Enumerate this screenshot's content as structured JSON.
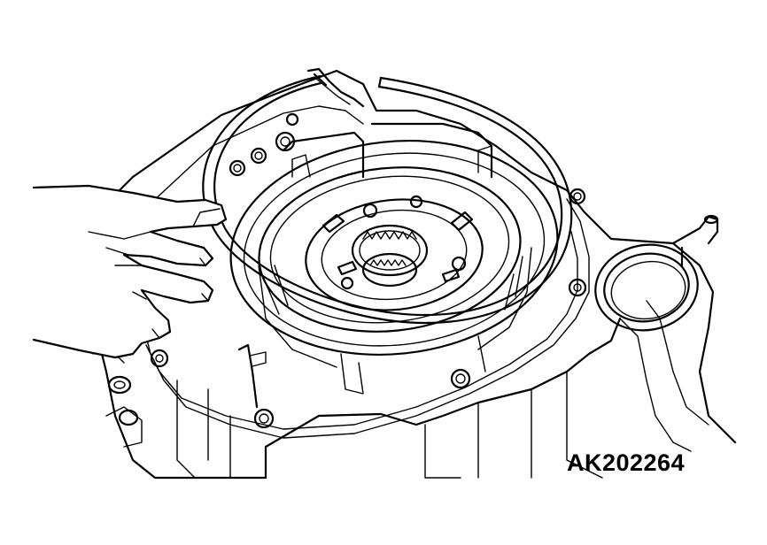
{
  "figure": {
    "code": "AK202264"
  },
  "icons": {
    "housing": "transmission-case-housing",
    "snap_ring": "snap-ring",
    "hand": "hand-holding-ring",
    "clutch_drum": "clutch-drum",
    "oil_seal": "oil-seal"
  }
}
